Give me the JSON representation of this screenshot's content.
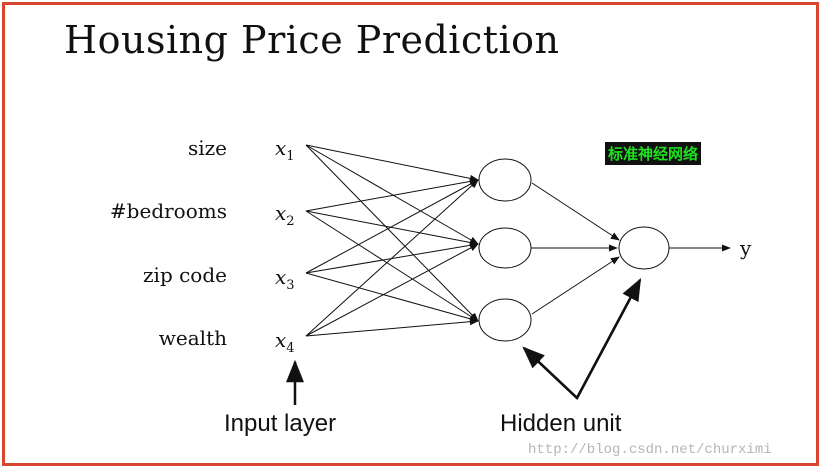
{
  "title": "Housing Price Prediction",
  "features": [
    {
      "name": "size",
      "symbol": "x",
      "index": "1"
    },
    {
      "name": "#bedrooms",
      "symbol": "x",
      "index": "2"
    },
    {
      "name": "zip code",
      "symbol": "x",
      "index": "3"
    },
    {
      "name": "wealth",
      "symbol": "x",
      "index": "4"
    }
  ],
  "hidden_units": 3,
  "output_label": "y",
  "overlay_label": "标准神经网络",
  "annotations": {
    "input_layer": "Input layer",
    "hidden_unit": "Hidden unit"
  },
  "watermark": "http://blog.csdn.net/churximi",
  "colors": {
    "frame": "#d9452e",
    "overlay_text": "#1ee01e"
  }
}
